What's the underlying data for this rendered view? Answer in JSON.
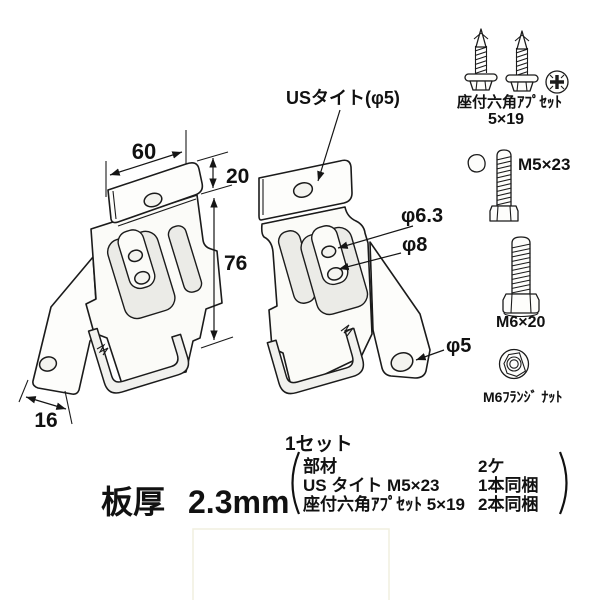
{
  "drawing": {
    "dim_top_width": "60",
    "dim_flange_height": "20",
    "dim_body_height": "76",
    "dim_foot_width": "16",
    "label_us_tight": "USタイト(φ5)",
    "label_hole_upper": "φ6.3",
    "label_hole_lower": "φ8",
    "label_wing_hole": "φ5"
  },
  "hardware": {
    "screw_set_label_line1": "座付六角ｱﾌﾟｾｯﾄ",
    "screw_set_label_line2": "5×19",
    "bolt_m5_label": "M5×23",
    "bolt_m6_label": "M6×20",
    "flange_nut_label": "M6ﾌﾗﾝｼﾞ ﾅｯﾄ"
  },
  "footer": {
    "thickness_label": "板厚",
    "thickness_value": "2.3mm",
    "set_title": "1セット",
    "rows": [
      {
        "item": "部材",
        "qty": "2ケ"
      },
      {
        "item": "US タイト M5×23",
        "qty": "1本同梱"
      },
      {
        "item": "座付六角ｱﾌﾟｾｯﾄ 5×19",
        "qty": "2本同梱"
      }
    ]
  }
}
